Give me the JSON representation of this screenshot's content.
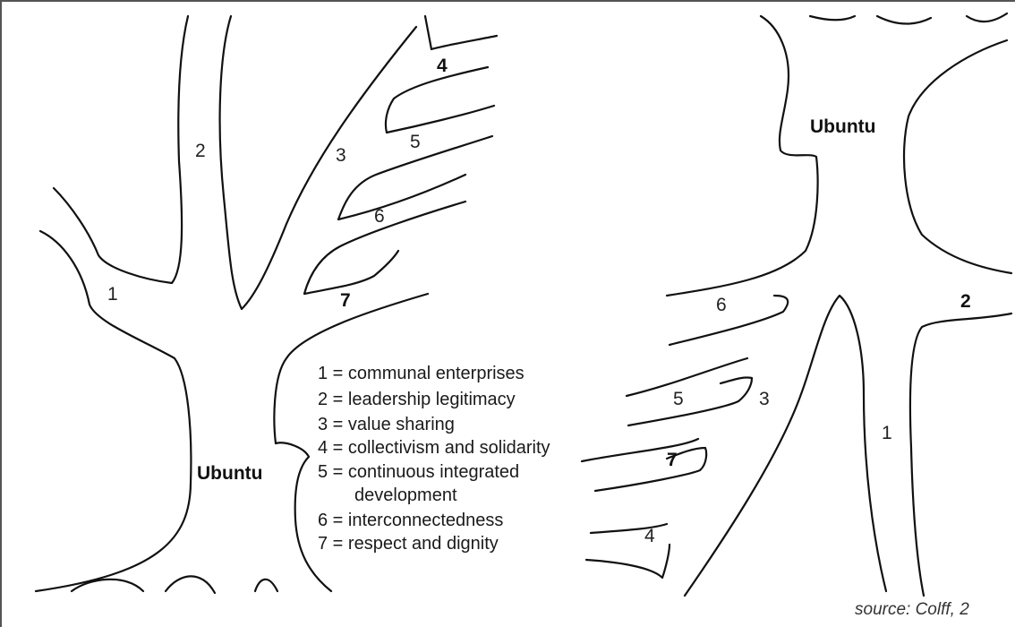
{
  "left_tree": {
    "title": "Ubuntu",
    "labels": {
      "b1": "1",
      "b2": "2",
      "b3": "3",
      "b4": "4",
      "b5": "5",
      "b6": "6",
      "b7": "7"
    }
  },
  "right_tree": {
    "title": "Ubuntu",
    "labels": {
      "b1": "1",
      "b2": "2",
      "b3": "3",
      "b4": "4",
      "b5": "5",
      "b6": "6",
      "b7": "7"
    }
  },
  "legend": {
    "items": [
      "1 = communal enterprises",
      "2 = leadership legitimacy",
      "3 = value sharing",
      "4 = collectivism and solidarity",
      "5 = continuous integrated",
      "development",
      "6 = interconnectedness",
      "7 = respect and dignity"
    ]
  },
  "source": "source: Colff, 2"
}
